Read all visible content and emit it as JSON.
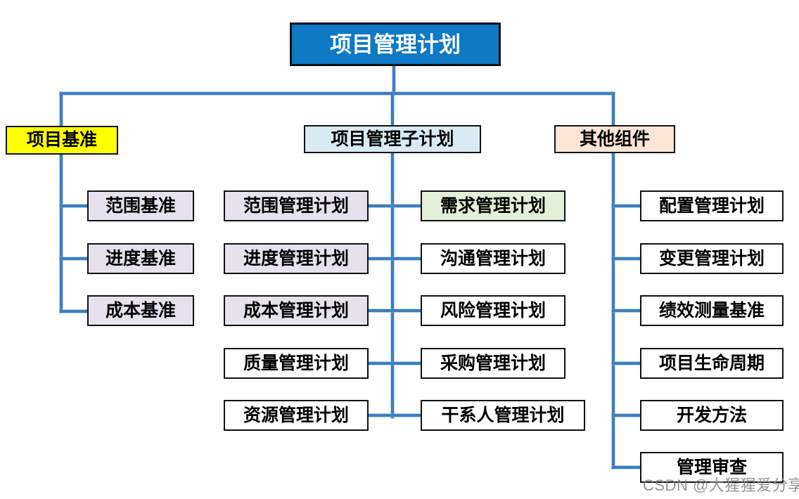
{
  "root": {
    "label": "项目管理计划"
  },
  "branches": {
    "baselines": {
      "label": "项目基准",
      "items": [
        "范围基准",
        "进度基准",
        "成本基准"
      ]
    },
    "subplans": {
      "label": "项目管理子计划",
      "left_items": [
        "范围管理计划",
        "进度管理计划",
        "成本管理计划",
        "质量管理计划",
        "资源管理计划"
      ],
      "right_items": [
        "需求管理计划",
        "沟通管理计划",
        "风险管理计划",
        "采购管理计划",
        "干系人管理计划"
      ]
    },
    "other": {
      "label": "其他组件",
      "items": [
        "配置管理计划",
        "变更管理计划",
        "绩效测量基准",
        "项目生命周期",
        "开发方法",
        "管理审查"
      ]
    }
  },
  "watermark": {
    "text": "CSDN @大猩猩爱分享"
  },
  "colors": {
    "root_fill": "#0e79c6",
    "root_text": "#ffffff",
    "baselines_header_fill": "#ffff00",
    "subplans_header_fill": "#daeaf3",
    "other_header_fill": "#fbe5d6",
    "lavender_fill": "#e6e1ed",
    "green_fill": "#e3efd9",
    "white_fill": "#ffffff",
    "connector_blue": "#3d7ebf",
    "border_black": "#111111"
  }
}
